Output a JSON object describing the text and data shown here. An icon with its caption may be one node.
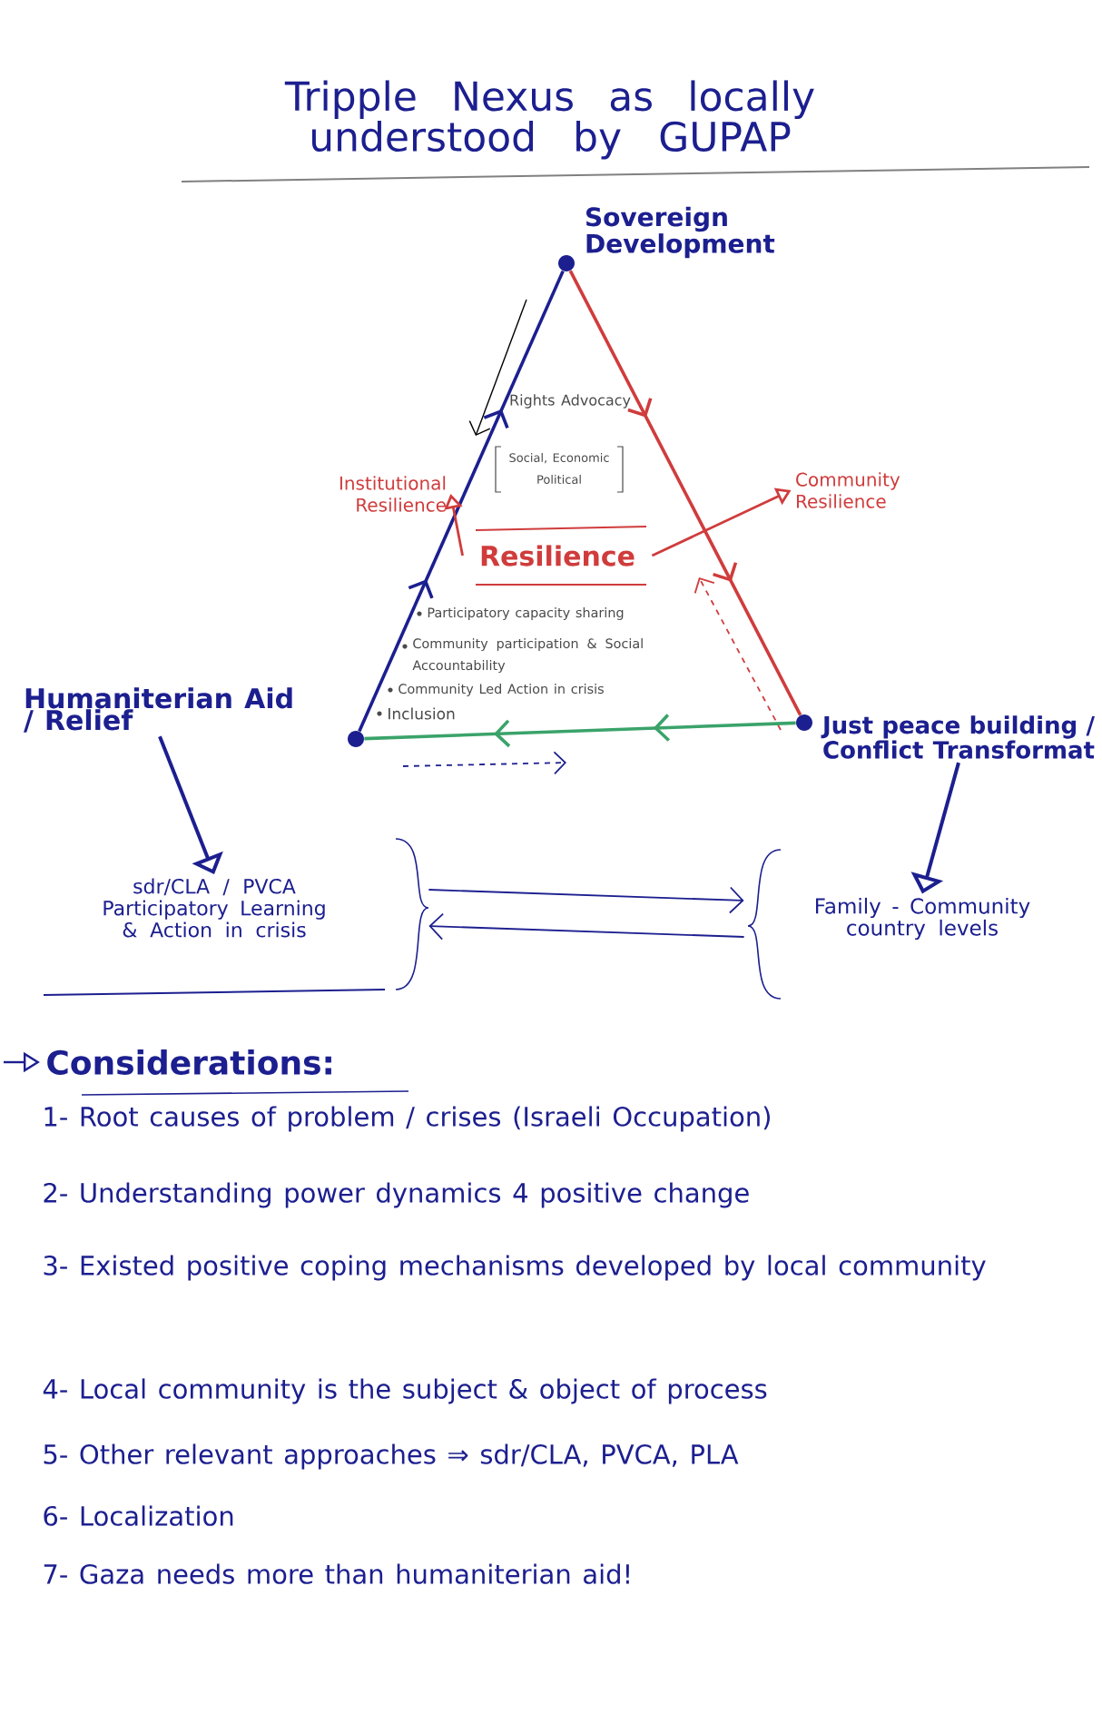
{
  "diagram": {
    "title": "Tripple Nexus as locally understood by GUPAP",
    "nodes": [
      {
        "text": [],
        "shape": "circle"
      },
      {
        "text": [
          "Sovereign Development"
        ]
      },
      {
        "text": [],
        "shape": "circle"
      },
      {
        "text": [
          "Humaniterian Aid / Relief"
        ]
      },
      {
        "text": [],
        "shape": "circle"
      },
      {
        "text": [
          "Just peace building / Conflict Transformat"
        ]
      },
      {
        "text": [
          "Resilience"
        ]
      },
      {
        "text": [
          "Institutional Resilience"
        ]
      },
      {
        "text": [
          "Community Resilience"
        ]
      },
      {
        "text": [
          "sdr/CLA / PVCA",
          "Participatory Learning & Action in crisis"
        ]
      },
      {
        "text": [
          "Family - Community country levels"
        ]
      }
    ],
    "edges": [
      {
        "from": 2,
        "to": 0,
        "arrow": "to"
      },
      {
        "from": 0,
        "to": 4,
        "arrow": "to",
        "color": "#d03c3c"
      },
      {
        "from": 4,
        "to": 2,
        "arrow": "to",
        "color": "#3aa36a"
      },
      {
        "from": 6,
        "to": 7,
        "arrow": "to",
        "color": "#d03c3c"
      },
      {
        "from": 6,
        "to": 8,
        "arrow": "to",
        "color": "#d03c3c"
      },
      {
        "from": 3,
        "to": 9,
        "arrow": "to"
      },
      {
        "from": 5,
        "to": 10,
        "arrow": "to"
      },
      {
        "from": 10,
        "to": 9,
        "arrow": "to"
      },
      {
        "from": 9,
        "to": 10,
        "arrow": "to"
      }
    ],
    "labels": [
      "Rights Advocacy",
      "Social, Economic Political",
      "Participatory capacity sharing",
      "Community participation & Social Accountability",
      "Community Led Action in crisis",
      "Inclusion",
      "Considerations:",
      "1- Root causes of problem / crises (Israeli Occupation)",
      "2- Understanding power dynamics 4 positive change",
      "3- Existed positive coping mechanisms developed by local community",
      "4- Local community is the subject & object of process",
      "5- Other relevant approaches ⇒ sdr/CLA, PVCA, PLA",
      "6- Localization",
      "7- Gaza needs more than humaniterian aid!"
    ]
  }
}
